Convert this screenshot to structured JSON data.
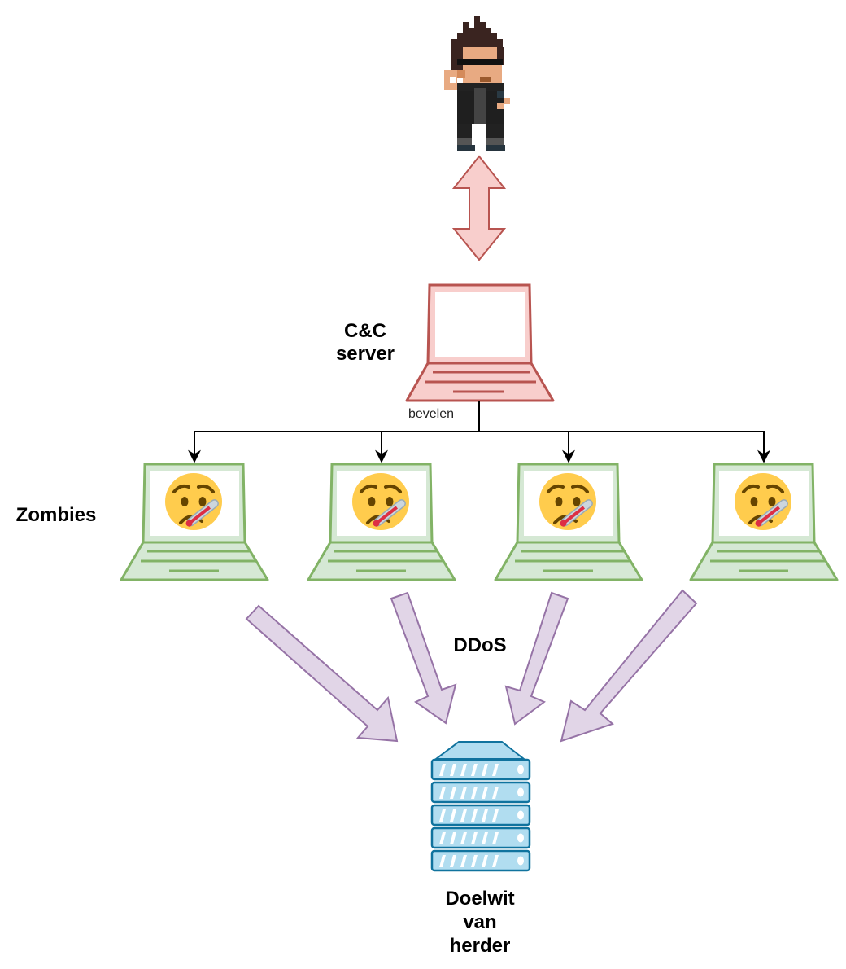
{
  "diagram": {
    "type": "botnet-ddos",
    "nodes": {
      "herder": {
        "label": "",
        "icon": "pixel-hacker-icon"
      },
      "cc_server": {
        "label": "C&C\nserver",
        "icon": "laptop-icon"
      },
      "zombies": {
        "label": "Zombies",
        "count": 4,
        "icon": "laptop-icon",
        "screen_emoji": "🤒"
      },
      "target": {
        "label": "Doelwit\nvan\nherder",
        "icon": "server-rack-icon"
      }
    },
    "edges": {
      "herder_cc": {
        "type": "bidirectional",
        "label": ""
      },
      "cc_zombies": {
        "label": "bevelen"
      },
      "zombies_target": {
        "label": "DDoS"
      }
    },
    "colors": {
      "cc_fill": "#f8cecc",
      "cc_stroke": "#b85450",
      "zombie_fill": "#d5e8d4",
      "zombie_stroke": "#82b366",
      "ddos_fill": "#e1d5e7",
      "ddos_stroke": "#9673a6",
      "server_fill": "#b1ddf0",
      "server_stroke": "#10739e"
    }
  }
}
